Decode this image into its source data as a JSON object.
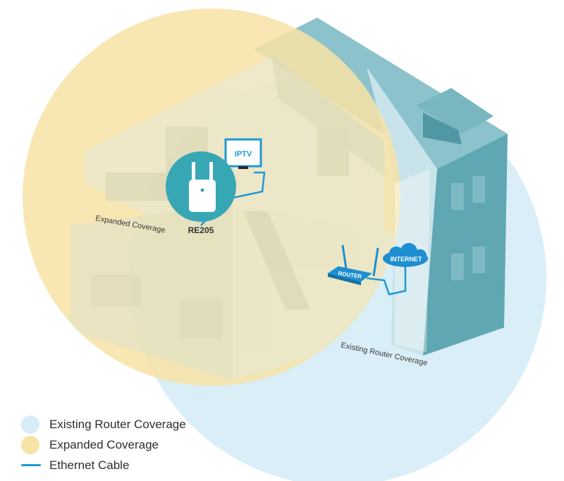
{
  "labels": {
    "iptv": "IPTV",
    "extender": "RE205",
    "router": "ROUTER",
    "internet": "INTERNET",
    "expanded_coverage": "Expanded Coverage",
    "existing_coverage": "Existing Router Coverage"
  },
  "legend": {
    "existing": "Existing Router Coverage",
    "expanded": "Expanded Coverage",
    "ethernet": "Ethernet Cable"
  },
  "colors": {
    "existing_coverage": "#d6ecf7",
    "expanded_coverage": "#f7e3a6",
    "ethernet": "#1b9ad6",
    "house_side": "#5fa8b3",
    "house_roof": "#8cc2cb",
    "interior": "#e9ecd9",
    "device_circle": "#37a7b4",
    "router": "#1d8fd1"
  },
  "icons": {
    "extender": "range-extender-icon",
    "tv": "tv-icon",
    "router": "router-icon",
    "internet": "cloud-icon"
  }
}
